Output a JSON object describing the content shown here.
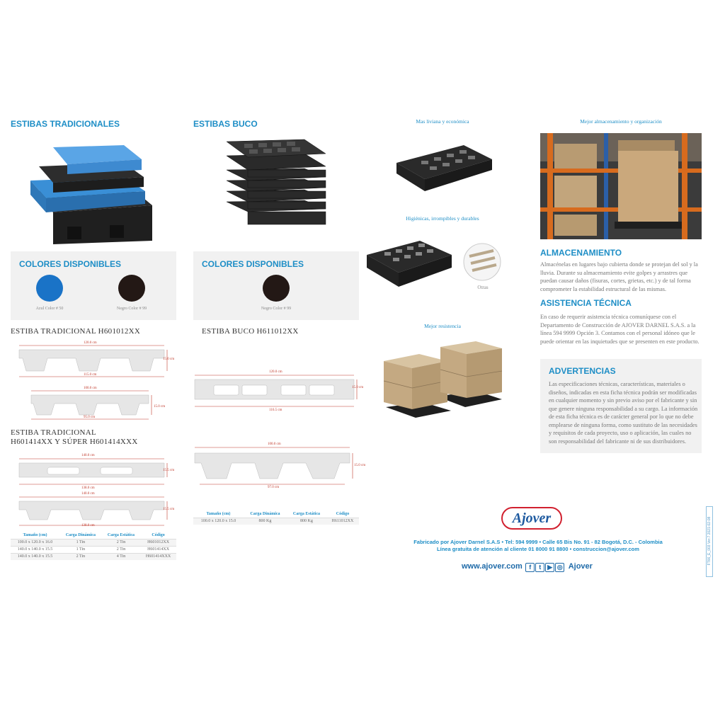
{
  "left": {
    "title": "ESTIBAS TRADICIONALES",
    "colors_title": "COLORES DISPONIBLES",
    "colors": [
      {
        "label": "Azul Color # 50",
        "hex": "#1a73c7"
      },
      {
        "label": "Negro Color # 99",
        "hex": "#231815"
      }
    ],
    "model1": "ESTIBA TRADICIONAL H601012XX",
    "model1_dims": {
      "top": "120.0 cm",
      "mid": "115.0 cm",
      "h1": "15.0 cm",
      "top2": "100.0 cm",
      "bottom2": "95.0 cm",
      "h2": "15.0 cm"
    },
    "model2_line1": "ESTIBA TRADICIONAL",
    "model2_line2": "H601414XX Y SÚPER H601414XXX",
    "model2_dims": {
      "top": "140.0 cm",
      "bottom": "138.0 cm",
      "h1": "15.5 cm",
      "top2": "140.0 cm",
      "bottom2": "138.0 cm",
      "h2": "15.5 cm"
    },
    "table": {
      "headers": [
        "Tamaño (cm)",
        "Carga Dinámica",
        "Carga Estática",
        "Código"
      ],
      "rows": [
        [
          "100.0 x 120.0 x 16.0",
          "1 Tin",
          "2 Tin",
          "H601012XX"
        ],
        [
          "140.0 x 140.0 x 15.5",
          "1 Tin",
          "2 Tin",
          "H601414XX"
        ],
        [
          "140.0 x 140.0 x 15.5",
          "2 Tin",
          "4 Tin",
          "H601414XXX"
        ]
      ]
    }
  },
  "buco": {
    "title": "ESTIBAS BUCO",
    "colors_title": "COLORES DISPONIBLES",
    "colors": [
      {
        "label": "Negro Color # 99",
        "hex": "#231815"
      }
    ],
    "model": "ESTIBA BUCO H611012XX",
    "dims": {
      "top": "120.0 cm",
      "bottom": "116.5 cm",
      "h1": "15.0 cm",
      "top2": "100.0 cm",
      "bottom2": "97.0 cm",
      "h2": "15.0 cm"
    },
    "table": {
      "headers": [
        "Tamaño (cm)",
        "Carga Dinámica",
        "Carga Estática",
        "Código"
      ],
      "rows": [
        [
          "100.0 x 120.0 x 15.0",
          "800 Kg",
          "800 Kg",
          "H611012XX"
        ]
      ]
    }
  },
  "features": {
    "f1": "Mas liviana y económica",
    "f2": "Higiénicas, irrompibles y durables",
    "f2_note": "Otras",
    "f3": "Mejor resistencia",
    "f4": "Mejor almacenamiento y organización"
  },
  "info": {
    "storage_title": "ALMACENAMIENTO",
    "storage_text": "Almacénelas en lugares bajo cubierta donde se protejan del sol y la lluvia. Durante su almacenamiento evite golpes y arrastres que puedan causar daños (fisuras, cortes, grietas, etc.) y de tal forma comprometer la estabilidad estructural de las mismas.",
    "tech_title": "ASISTENCIA TÉCNICA",
    "tech_text": "En caso de requerir asistencia técnica comuníquese con el Departamento de Construcción de AJOVER DARNEL S.A.S. a la línea 594 9999 Opción 3. Contamos con el personal idóneo que le puede orientar en las inquietudes que se presenten en este producto.",
    "warn_title": "ADVERTENCIAS",
    "warn_text": "Las especificaciones técnicas, características, materiales o diseños, indicadas en esta ficha técnica podrán ser modificadas en cualquier momento y sin previo aviso por el fabricante y sin que genere ninguna responsabilidad a su cargo. La información de esta ficha técnica es de carácter general por lo que no debe emplearse de ninguna forma, como sustituto de las necesidades y requisitos de cada proyecto, uso o aplicación, las cuales no son responsabilidad del fabricante ni de sus distribuidores."
  },
  "footer": {
    "brand": "Ajover",
    "line1": "Fabricado por Ajover Darnel S.A.S • Tel: 594 9999 • Calle 65 Bis No. 91 - 82 Bogotá, D.C. - Colombia",
    "line2": "Línea gratuita de atención al cliente 01 8000 91 8800 • construccion@ajover.com",
    "website": "www.ajover.com",
    "social_handle": "Ajover",
    "side_code": "FT66_E_003 Ver.7 2021-02-08"
  },
  "colors": {
    "accent": "#1e8ec6",
    "brand_red": "#d1202f"
  }
}
